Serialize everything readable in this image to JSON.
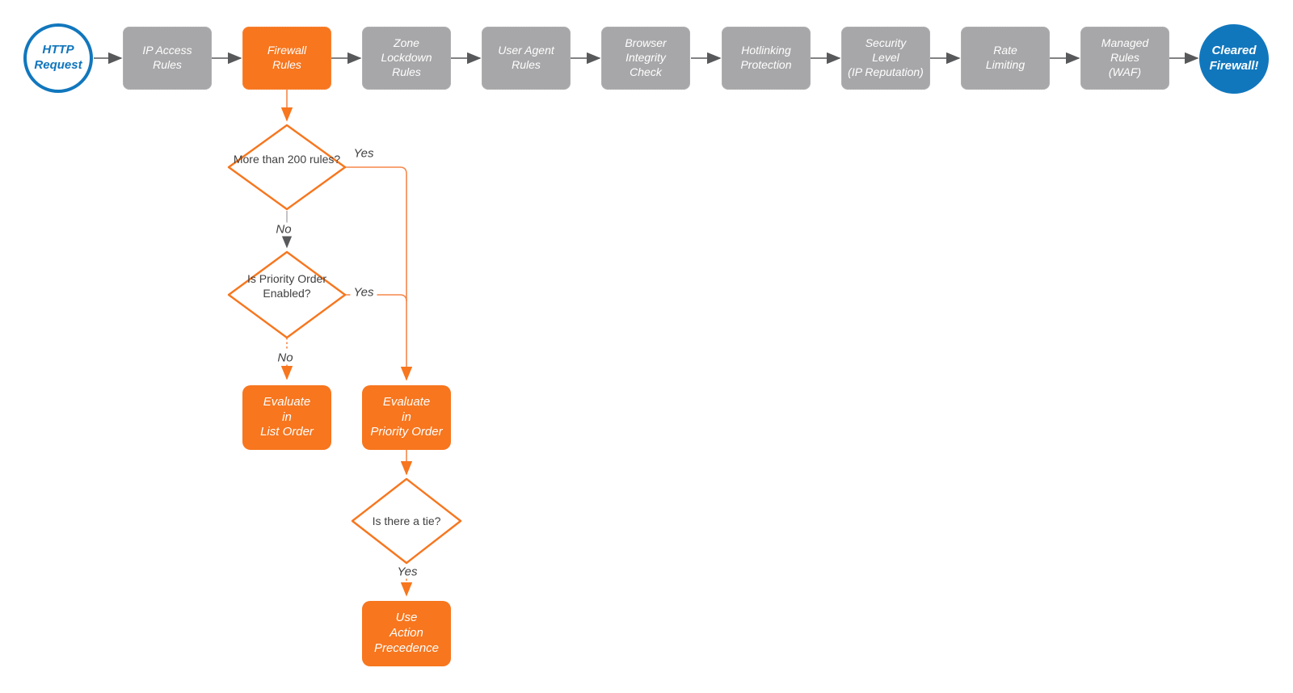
{
  "colors": {
    "accent_orange": "#F7761E",
    "node_gray": "#A7A7A9",
    "brand_blue": "#1177BD",
    "arrow_gray": "#58595B",
    "text_dark": "#404040",
    "wire_orange": "#F5874A",
    "wire_light_gray": "#ABABAD"
  },
  "pipeline": {
    "start": {
      "label": "HTTP\nRequest"
    },
    "steps": [
      {
        "label": "IP Access\nRules",
        "state": "default"
      },
      {
        "label": "Firewall\nRules",
        "state": "active"
      },
      {
        "label": "Zone\nLockdown\nRules",
        "state": "default"
      },
      {
        "label": "User Agent\nRules",
        "state": "default"
      },
      {
        "label": "Browser\nIntegrity\nCheck",
        "state": "default"
      },
      {
        "label": "Hotlinking\nProtection",
        "state": "default"
      },
      {
        "label": "Security\nLevel\n(IP Reputation)",
        "state": "default"
      },
      {
        "label": "Rate\nLimiting",
        "state": "default"
      },
      {
        "label": "Managed\nRules\n(WAF)",
        "state": "default"
      }
    ],
    "end": {
      "label": "Cleared\nFirewall!"
    }
  },
  "branch": {
    "decisions": [
      {
        "label": "More than\n200 rules?"
      },
      {
        "label": "Is\nPriority Order\nEnabled?"
      },
      {
        "label": "Is there a tie?"
      }
    ],
    "actions": [
      {
        "label": "Evaluate\nin\nList Order"
      },
      {
        "label": "Evaluate\nin\nPriority Order"
      },
      {
        "label": "Use\nAction\nPrecedence"
      }
    ],
    "edge_labels": {
      "yes1": "Yes",
      "no1": "No",
      "yes2": "Yes",
      "no2": "No",
      "yes3": "Yes"
    }
  }
}
